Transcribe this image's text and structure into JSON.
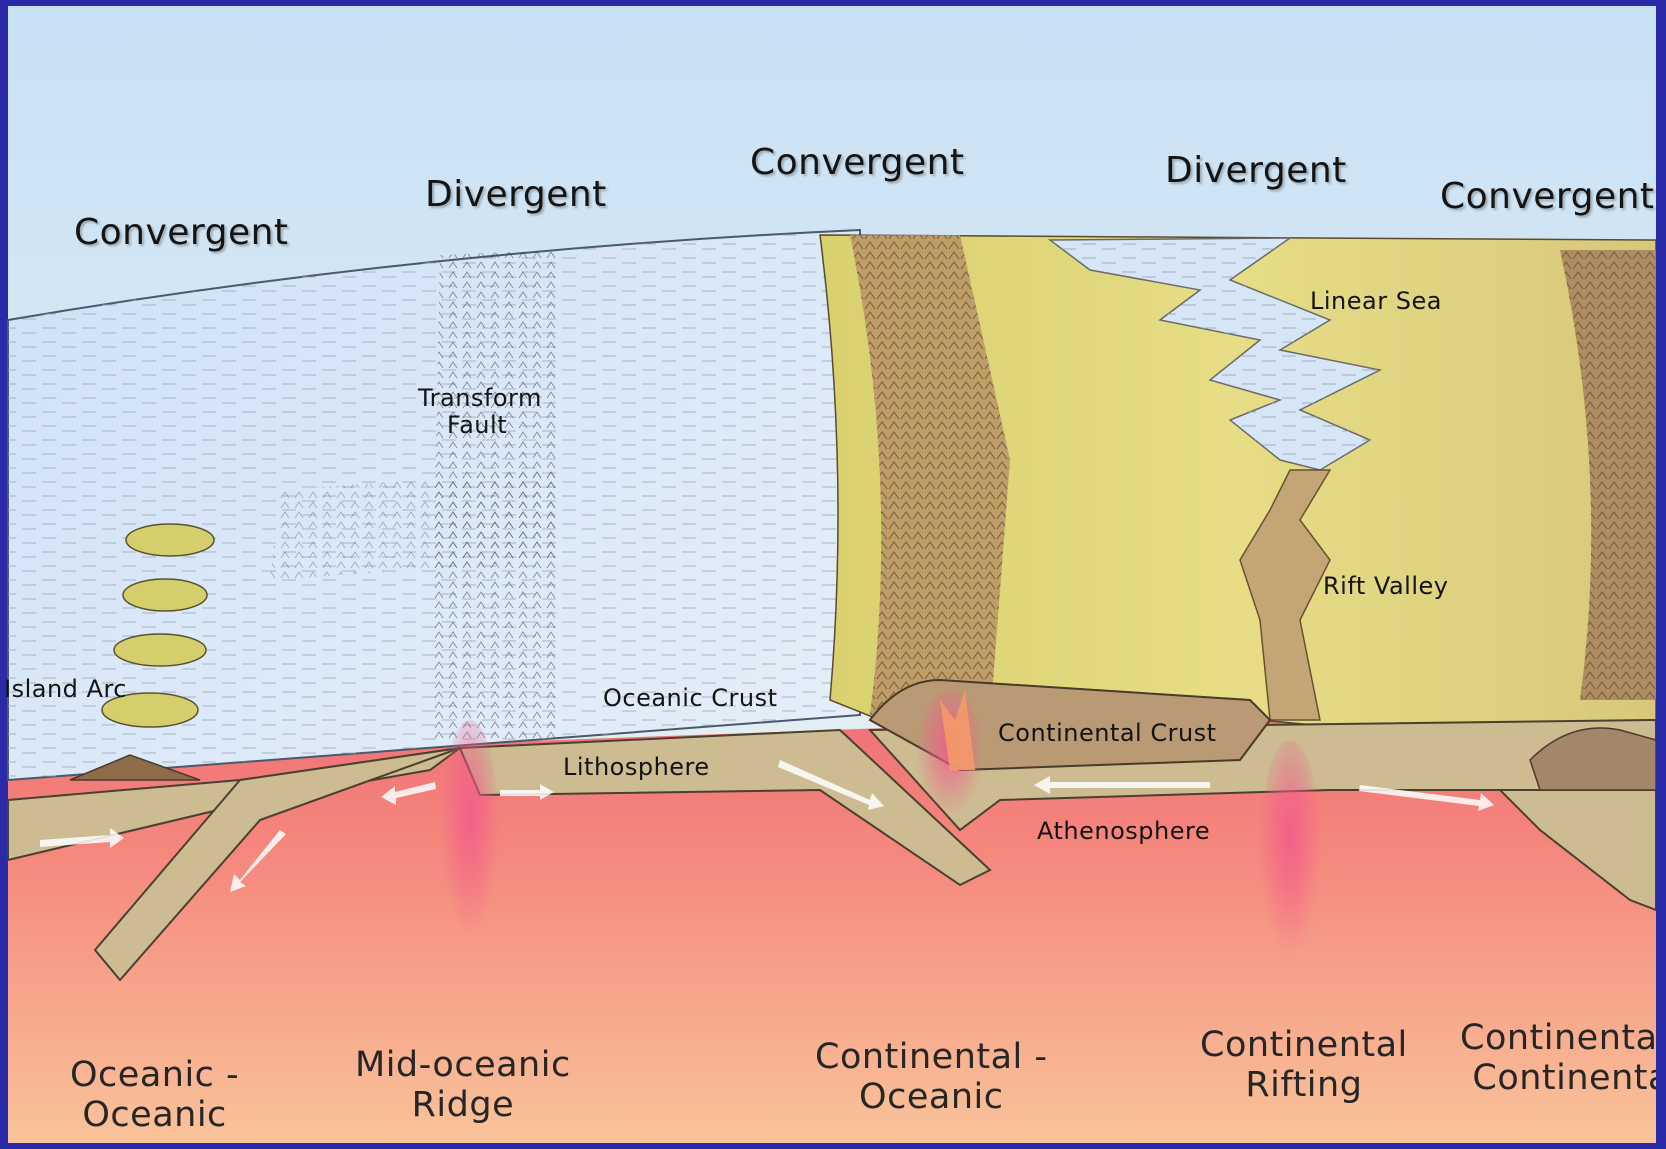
{
  "boundary_types": {
    "convergent_1": "Convergent",
    "divergent_1": "Divergent",
    "convergent_2": "Convergent",
    "divergent_2": "Divergent",
    "convergent_3": "Convergent"
  },
  "features": {
    "island_arc": "Island Arc",
    "transform_fault_line1": "Transform",
    "transform_fault_line2": "Fault",
    "oceanic_crust": "Oceanic Crust",
    "lithosphere": "Lithosphere",
    "continental_crust": "Continental Crust",
    "asthenosphere": "Athenosphere",
    "linear_sea": "Linear Sea",
    "rift_valley": "Rift Valley"
  },
  "settings": {
    "oceanic_oceanic": [
      "Oceanic -",
      "Oceanic"
    ],
    "mid_oceanic_ridge": [
      "Mid-oceanic",
      "Ridge"
    ],
    "continental_oceanic": [
      "Continental -",
      "Oceanic"
    ],
    "continental_rifting": [
      "Continental",
      "Rifting"
    ],
    "continental_continental": [
      "Continental -",
      "Continental"
    ]
  },
  "colors": {
    "frame": "#2a2aa8",
    "sky": "#d6e8f6",
    "ocean": "#dbe9f8",
    "land": "#e1d77c",
    "mountains": "#b79060",
    "lithosphere": "#c9b78c",
    "asthenosphere": "#f08a78",
    "mantle_deep": "#f7b894"
  }
}
